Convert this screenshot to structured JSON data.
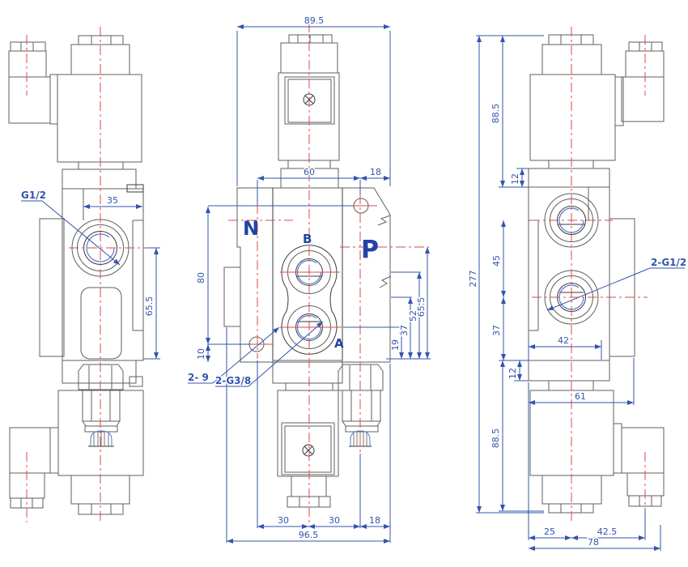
{
  "colors": {
    "bg": "#ffffff",
    "geo": "#5f5f5f",
    "geo_dark": "#3a3a3a",
    "red": "#dd4a4a",
    "dim": "#3355aa",
    "label": "#2243a6",
    "port_blue": "#5577d0"
  },
  "views": {
    "left": {
      "labels": {
        "port": "G1/2",
        "w35": "35",
        "h655": "65.5"
      }
    },
    "front": {
      "labels": {
        "w895": "89.5",
        "w60": "60",
        "w18t": "18",
        "n": "N",
        "b": "B",
        "p": "P",
        "a": "A",
        "h80": "80",
        "h10": "10",
        "h19": "19",
        "h37": "37",
        "h52": "52",
        "h655": "65.5",
        "holes": "2- 9",
        "thread": "2-G3/8",
        "w30a": "30",
        "w30b": "30",
        "w18b": "18",
        "w965": "96.5"
      }
    },
    "right": {
      "labels": {
        "h885t": "88.5",
        "h12t": "12",
        "h277": "277",
        "h45": "45",
        "h37": "37",
        "h12b": "12",
        "h885b": "88.5",
        "w42": "42",
        "w61": "61",
        "w25": "25",
        "w425": "42.5",
        "w78": "78",
        "thread": "2-G1/2"
      }
    }
  }
}
